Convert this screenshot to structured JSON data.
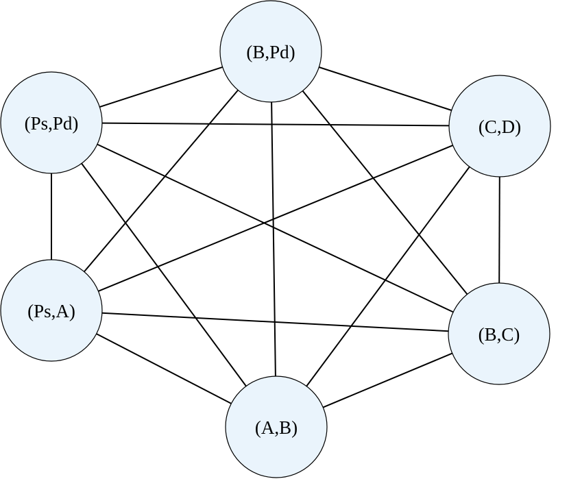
{
  "graph": {
    "nodes": [
      {
        "id": "bpd",
        "label": "(B,Pd)"
      },
      {
        "id": "pspd",
        "label": "(Ps,Pd)"
      },
      {
        "id": "cd",
        "label": "(C,D)"
      },
      {
        "id": "psa",
        "label": "(Ps,A)"
      },
      {
        "id": "bc",
        "label": "(B,C)"
      },
      {
        "id": "ab",
        "label": "(A,B)"
      }
    ],
    "edges": [
      [
        "bpd",
        "pspd"
      ],
      [
        "bpd",
        "cd"
      ],
      [
        "bpd",
        "psa"
      ],
      [
        "bpd",
        "ab"
      ],
      [
        "bpd",
        "bc"
      ],
      [
        "pspd",
        "cd"
      ],
      [
        "pspd",
        "psa"
      ],
      [
        "pspd",
        "bc"
      ],
      [
        "pspd",
        "ab"
      ],
      [
        "cd",
        "psa"
      ],
      [
        "cd",
        "ab"
      ],
      [
        "cd",
        "bc"
      ],
      [
        "psa",
        "bc"
      ],
      [
        "psa",
        "ab"
      ],
      [
        "ab",
        "bc"
      ]
    ]
  },
  "colors": {
    "node_fill": "#eaf4fc",
    "stroke": "#000000"
  }
}
